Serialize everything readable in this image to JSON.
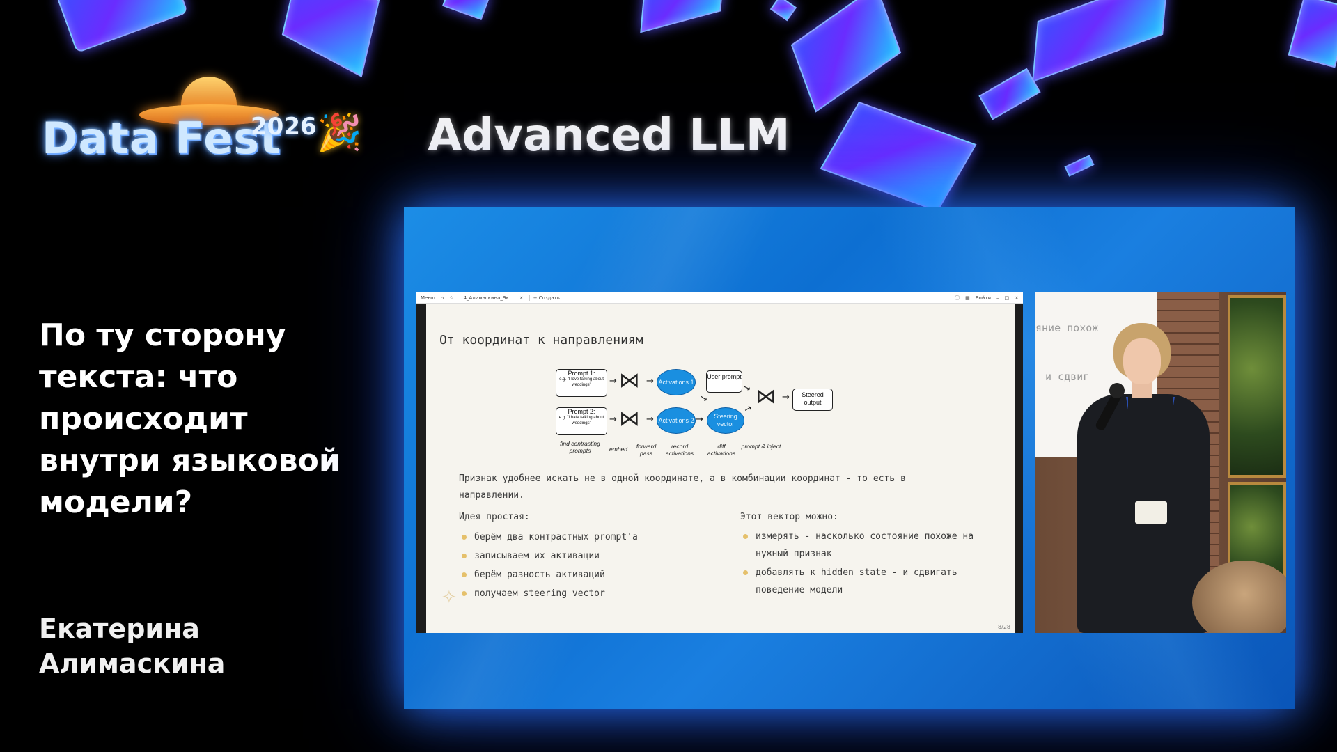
{
  "event": {
    "logo_text": "Data Fest",
    "logo_year": "2026"
  },
  "track": {
    "title": "Advanced LLM"
  },
  "talk": {
    "title": "По ту сторону текста: что происходит внутри языковой модели?",
    "speaker": "Екатерина Алимаскина"
  },
  "browser": {
    "menu": "Меню",
    "tab_title": "4_Алимаскина_Эк...",
    "new_tab": "+ Создать",
    "login": "Войти"
  },
  "slide": {
    "heading": "От координат к направлениям",
    "diagram": {
      "prompt1_title": "Prompt 1:",
      "prompt1_text": "e.g. \"I love talking about weddings\"",
      "prompt2_title": "Prompt 2:",
      "prompt2_text": "e.g. \"I hate talking about weddings\"",
      "activations1": "Activations 1",
      "activations2": "Activations 2",
      "user_prompt": "User prompt",
      "steering_vector": "Steering vector",
      "steered_output": "Steered output",
      "labels": [
        "find contrasting prompts",
        "embed",
        "forward pass",
        "record activations",
        "diff activations",
        "prompt & inject"
      ]
    },
    "body": "Признак удобнее искать не в одной координате, а в комбинации координат - то есть в направлении.",
    "left_col": {
      "title": "Идея простая:",
      "items": [
        "берём два контрастных prompt'а",
        "записываем их активации",
        "берём разность активаций",
        "получаем steering vector"
      ]
    },
    "right_col": {
      "title": "Этот вектор можно:",
      "items": [
        "измерять - насколько состояние похоже на нужный признак",
        "добавлять к hidden state - и сдвигать поведение модели"
      ]
    },
    "page": "8/28"
  },
  "camera": {
    "screen_line1": "яние похож",
    "screen_line2": "и сдвиг"
  },
  "colors": {
    "stage_blue": "#1a7fe0",
    "activation_blue": "#1a8fe0",
    "bullet": "#e5c06b"
  }
}
